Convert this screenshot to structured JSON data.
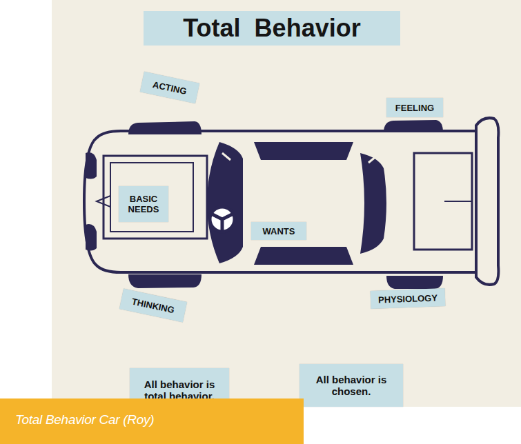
{
  "diagram": {
    "title": "Total Behavior",
    "caption": "Total Behavior Car (Roy)",
    "nodes": [
      {
        "text": [
          "ACTING"
        ]
      },
      {
        "text": [
          "FEELING"
        ]
      },
      {
        "text": [
          "BASIC NEEDS"
        ]
      },
      {
        "text": [
          "WANTS"
        ]
      },
      {
        "text": [
          "PHYSIOLOGY"
        ]
      },
      {
        "text": [
          "THINKING"
        ]
      },
      {
        "text": [
          "All behavior is total behavior."
        ]
      },
      {
        "text": [
          "All behavior is chosen."
        ]
      }
    ]
  }
}
